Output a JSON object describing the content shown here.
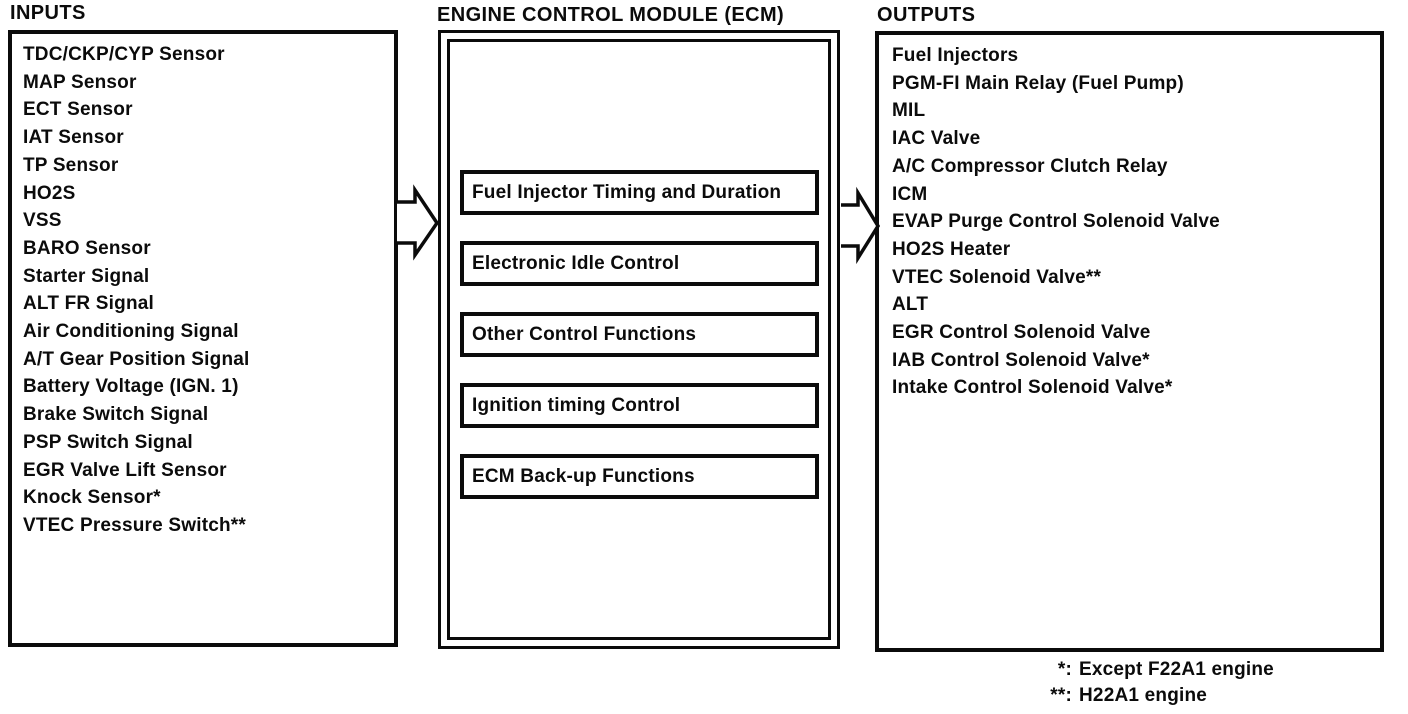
{
  "diagram": {
    "colors": {
      "ink": "#0b0b0b",
      "paper": "#ffffff"
    },
    "inputs": {
      "title": "INPUTS",
      "items": [
        "TDC/CKP/CYP Sensor",
        "MAP Sensor",
        "ECT Sensor",
        "IAT Sensor",
        "TP Sensor",
        "HO2S",
        "VSS",
        "BARO Sensor",
        "Starter Signal",
        "ALT FR Signal",
        "Air Conditioning Signal",
        "A/T Gear Position Signal",
        "Battery Voltage (IGN. 1)",
        "Brake Switch Signal",
        "PSP Switch Signal",
        "EGR Valve Lift Sensor",
        "Knock Sensor*",
        "VTEC Pressure Switch**"
      ]
    },
    "ecm": {
      "title": "ENGINE CONTROL MODULE (ECM)",
      "functions": [
        "Fuel Injector Timing and Duration",
        "Electronic Idle Control",
        "Other Control Functions",
        "Ignition timing Control",
        "ECM Back-up Functions"
      ]
    },
    "outputs": {
      "title": "OUTPUTS",
      "items": [
        "Fuel Injectors",
        "PGM-FI Main Relay (Fuel Pump)",
        "MIL",
        "IAC Valve",
        "A/C Compressor Clutch Relay",
        "ICM",
        "EVAP Purge Control Solenoid Valve",
        "HO2S Heater",
        "VTEC Solenoid Valve**",
        "ALT",
        "EGR Control Solenoid Valve",
        "IAB Control Solenoid Valve*",
        "Intake Control Solenoid Valve*"
      ]
    },
    "footnotes": [
      {
        "marker": "*:",
        "text": "Except F22A1 engine"
      },
      {
        "marker": "**:",
        "text": "H22A1 engine"
      }
    ]
  }
}
